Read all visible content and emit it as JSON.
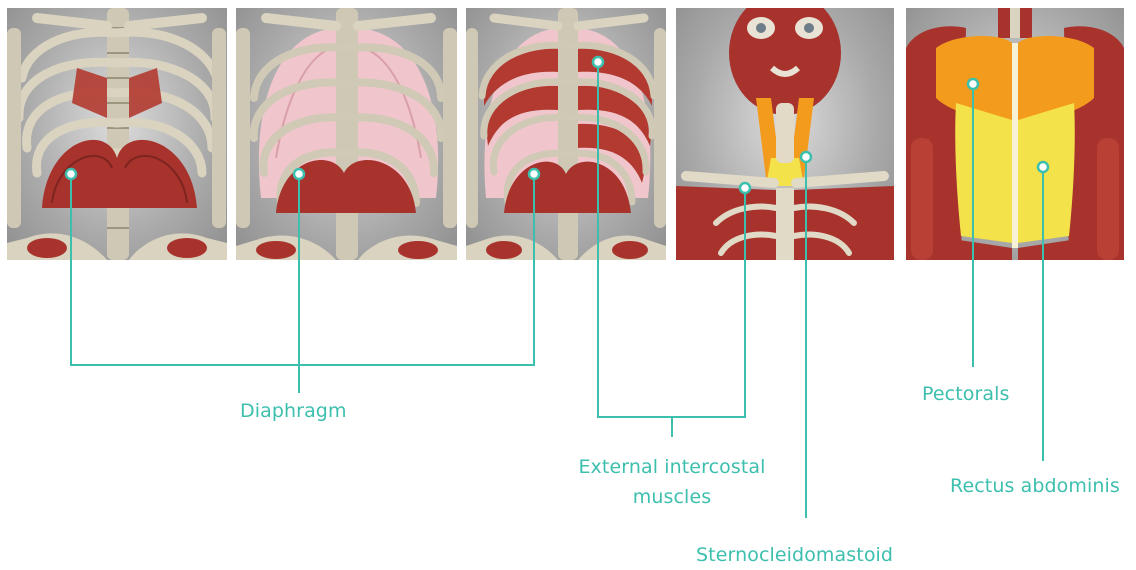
{
  "colors": {
    "accent": "#3dbfae",
    "muscle": "#a8332d",
    "bone": "#d8d2bf",
    "lung": "#f0c6cc",
    "highlight_orange": "#f39b1c",
    "highlight_yellow": "#f4e24a",
    "background": "#ffffff"
  },
  "panels": [
    {
      "id": "panel-1",
      "subject": "rib-cage-diaphragm"
    },
    {
      "id": "panel-2",
      "subject": "rib-cage-lungs-diaphragm"
    },
    {
      "id": "panel-3",
      "subject": "rib-cage-intercostals-diaphragm"
    },
    {
      "id": "panel-4",
      "subject": "head-neck-chest-muscles"
    },
    {
      "id": "panel-5",
      "subject": "torso-pectorals-abdominals"
    }
  ],
  "labels": {
    "diaphragm": "Diaphragm",
    "external_intercostal_line1": "External intercostal",
    "external_intercostal_line2": "muscles",
    "sternocleidomastoid": "Sternocleidomastoid",
    "pectorals": "Pectorals",
    "rectus_abdominis": "Rectus abdominis"
  }
}
